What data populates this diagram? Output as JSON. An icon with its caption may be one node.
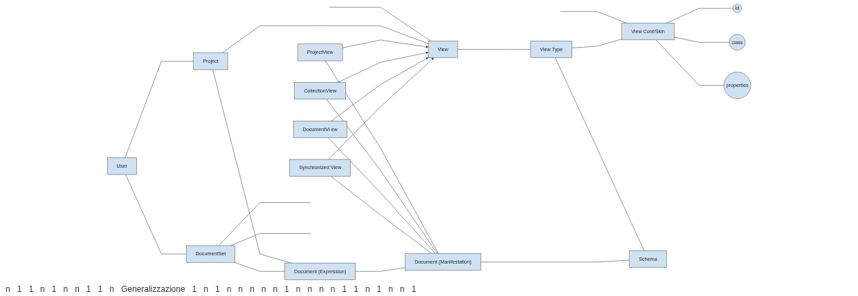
{
  "diagram": {
    "nodes": [
      {
        "text": [
          "User"
        ]
      },
      {
        "text": [
          "Project"
        ]
      },
      {
        "text": [
          "View"
        ]
      },
      {
        "text": [
          "View Type"
        ]
      },
      {
        "text": [
          "View Conf/Skin"
        ]
      },
      {
        "text": [
          "id"
        ]
      },
      {
        "text": [
          "class"
        ]
      },
      {
        "text": [
          "properties"
        ]
      },
      {
        "text": [
          "ProjectView"
        ]
      },
      {
        "text": [
          "CollectionView"
        ]
      },
      {
        "text": [
          "DocumentVi ew"
        ]
      },
      {
        "text": [
          "Synchronized View"
        ]
      },
      {
        "text": [
          "DocumentSet"
        ]
      },
      {
        "text": [
          "Document (Expression)"
        ]
      },
      {
        "text": [
          "Document (Manifestation)"
        ]
      },
      {
        "text": [
          "Schema"
        ]
      }
    ],
    "edges": [
      {
        "from": null,
        "to": 2,
        "arrow": "none"
      },
      {
        "from": null,
        "to": 4,
        "arrow": "none"
      },
      {
        "from": 0,
        "to": 1,
        "arrow": "none"
      },
      {
        "from": 1,
        "to": 2,
        "arrow": "none"
      },
      {
        "from": 2,
        "to": 3,
        "arrow": "none"
      },
      {
        "from": 3,
        "to": 4,
        "arrow": "none"
      },
      {
        "from": 4,
        "to": 5,
        "arrow": "none"
      },
      {
        "from": 4,
        "to": 6,
        "arrow": "none"
      },
      {
        "from": 4,
        "to": 7,
        "arrow": "none"
      },
      {
        "from": 8,
        "to": 2,
        "arrow": "to"
      },
      {
        "from": 9,
        "to": 2,
        "arrow": "to"
      },
      {
        "from": 10,
        "to": 2,
        "arrow": "to"
      },
      {
        "from": 11,
        "to": 2,
        "arrow": "to"
      },
      {
        "from": 0,
        "to": 12,
        "arrow": "none"
      },
      {
        "from": 1,
        "to": 13,
        "arrow": "none"
      },
      {
        "from": 3,
        "to": 15,
        "arrow": "none"
      },
      {
        "from": 8,
        "to": 14,
        "arrow": "none"
      },
      {
        "from": 9,
        "to": 14,
        "arrow": "none"
      },
      {
        "from": 10,
        "to": 14,
        "arrow": "none"
      },
      {
        "from": 11,
        "to": 14,
        "arrow": "none"
      },
      {
        "from": 12,
        "to": 13,
        "arrow": "none"
      },
      {
        "from": 13,
        "to": 14,
        "arrow": "none"
      },
      {
        "from": 14,
        "to": 15,
        "arrow": "none"
      },
      {
        "from": 12,
        "to": null,
        "arrow": "none"
      },
      {
        "from": 12,
        "to": null,
        "arrow": "none"
      }
    ],
    "labels": [
      "n",
      "1",
      "1",
      "n",
      "1",
      "n",
      "n",
      "1",
      "1",
      "n",
      "Generalizzazione",
      "1",
      "n",
      "1",
      "n",
      "n",
      "n",
      "n",
      "n",
      "1",
      "n",
      "n",
      "n",
      "n",
      "1",
      "1",
      "n",
      "1",
      "n",
      "n",
      "1"
    ]
  }
}
